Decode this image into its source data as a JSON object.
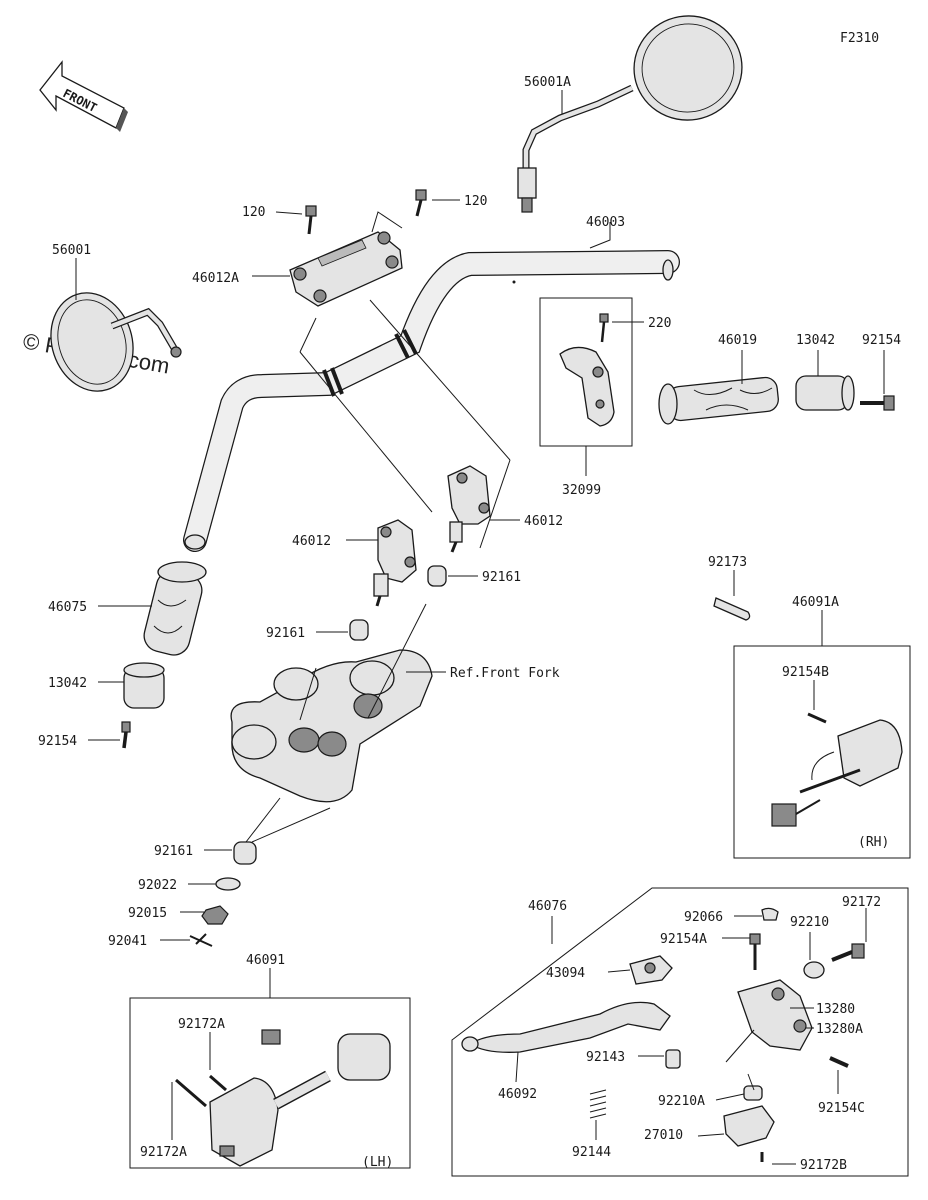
{
  "diagram_id": "F2310",
  "watermark": "© Partzilla.com",
  "front_arrow": "FRONT",
  "labels": {
    "p56001A": "56001A",
    "p56001": "56001",
    "p120a": "120",
    "p120b": "120",
    "p46012A": "46012A",
    "p46003": "46003",
    "p220": "220",
    "p46019": "46019",
    "p13042r": "13042",
    "p92154r": "92154",
    "p32099": "32099",
    "p46012r": "46012",
    "p46012l": "46012",
    "p92161a": "92161",
    "p92161b": "92161",
    "p46075": "46075",
    "p13042l": "13042",
    "p92154l": "92154",
    "refFork": "Ref.Front Fork",
    "p92173": "92173",
    "p46091A": "46091A",
    "p92154B": "92154B",
    "rh": "(RH)",
    "p92161c": "92161",
    "p92022": "92022",
    "p92015": "92015",
    "p92041": "92041",
    "p46091": "46091",
    "p92172A1": "92172A",
    "p92172A2": "92172A",
    "lh": "(LH)",
    "p46076": "46076",
    "p92066": "92066",
    "p92154A": "92154A",
    "p92210": "92210",
    "p92172": "92172",
    "p43094": "43094",
    "p13280": "13280",
    "p13280A": "13280A",
    "p92143": "92143",
    "p46092": "46092",
    "p92210A": "92210A",
    "p92154C": "92154C",
    "p92144": "92144",
    "p27010": "27010",
    "p92172B": "92172B"
  }
}
